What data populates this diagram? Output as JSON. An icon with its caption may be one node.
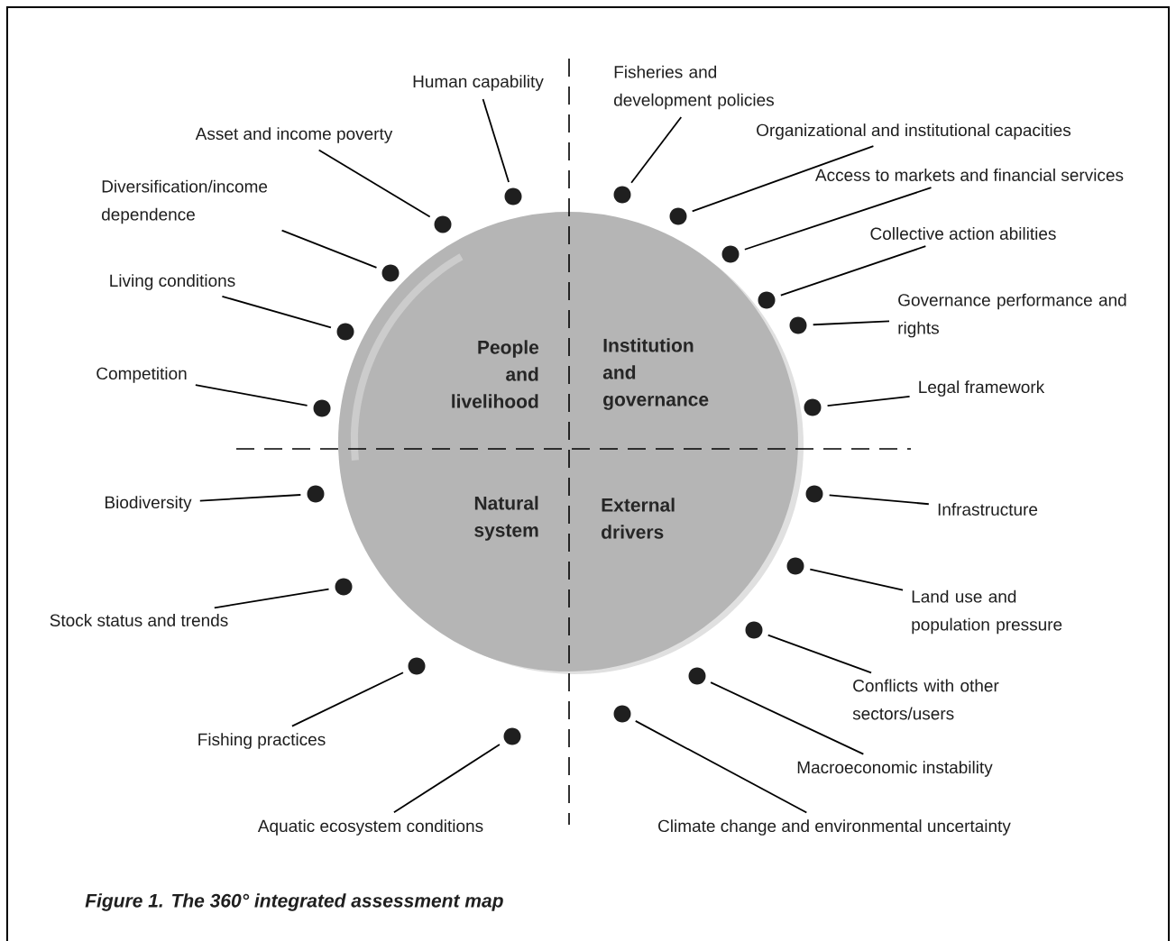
{
  "diagram": {
    "caption": "Figure 1. The 360° integrated assessment map",
    "nodes": [
      {
        "text": [
          "People and livelihood",
          "Institution and governance",
          "Natural system",
          "External drivers"
        ]
      },
      {
        "text": [
          "Human capability"
        ]
      },
      {
        "text": [],
        "shape": "circle"
      },
      {
        "text": [
          "Asset and income poverty"
        ]
      },
      {
        "text": [],
        "shape": "circle"
      },
      {
        "text": [
          "Diversification/income dependence"
        ]
      },
      {
        "text": [],
        "shape": "circle"
      },
      {
        "text": [
          "Living conditions"
        ]
      },
      {
        "text": [],
        "shape": "circle"
      },
      {
        "text": [
          "Competition"
        ]
      },
      {
        "text": [],
        "shape": "circle"
      },
      {
        "text": [
          "Biodiversity"
        ]
      },
      {
        "text": [],
        "shape": "circle"
      },
      {
        "text": [
          "Stock status and trends"
        ]
      },
      {
        "text": [],
        "shape": "circle"
      },
      {
        "text": [
          "Fishing practices"
        ]
      },
      {
        "text": [],
        "shape": "circle"
      },
      {
        "text": [
          "Aquatic ecosystem conditions"
        ]
      },
      {
        "text": [],
        "shape": "circle"
      },
      {
        "text": [
          "Fisheries and development policies"
        ]
      },
      {
        "text": [],
        "shape": "circle"
      },
      {
        "text": [
          "Organizational and institutional capacities"
        ]
      },
      {
        "text": [],
        "shape": "circle"
      },
      {
        "text": [
          "Access to markets and financial services"
        ]
      },
      {
        "text": [],
        "shape": "circle"
      },
      {
        "text": [
          "Collective action abilities"
        ]
      },
      {
        "text": [],
        "shape": "circle"
      },
      {
        "text": [
          "Governance performance and rights"
        ]
      },
      {
        "text": [],
        "shape": "circle"
      },
      {
        "text": [
          "Legal framework"
        ]
      },
      {
        "text": [],
        "shape": "circle"
      },
      {
        "text": [
          "Infrastructure"
        ]
      },
      {
        "text": [],
        "shape": "circle"
      },
      {
        "text": [
          "Land use and population pressure"
        ]
      },
      {
        "text": [],
        "shape": "circle"
      },
      {
        "text": [
          "Conflicts with other sectors/users"
        ]
      },
      {
        "text": [],
        "shape": "circle"
      },
      {
        "text": [
          "Macroeconomic instability"
        ]
      },
      {
        "text": [],
        "shape": "circle"
      },
      {
        "text": [
          "Climate change and environmental uncertainty"
        ]
      },
      {
        "text": [],
        "shape": "circle"
      }
    ],
    "edges": [
      {
        "from": 1,
        "to": 2,
        "arrow": "none"
      },
      {
        "from": 3,
        "to": 4,
        "arrow": "none"
      },
      {
        "from": 5,
        "to": 6,
        "arrow": "none"
      },
      {
        "from": 7,
        "to": 8,
        "arrow": "none"
      },
      {
        "from": 9,
        "to": 10,
        "arrow": "none"
      },
      {
        "from": 11,
        "to": 12,
        "arrow": "none"
      },
      {
        "from": 13,
        "to": 14,
        "arrow": "none"
      },
      {
        "from": 15,
        "to": 16,
        "arrow": "none"
      },
      {
        "from": 17,
        "to": 18,
        "arrow": "none"
      },
      {
        "from": 19,
        "to": 20,
        "arrow": "none"
      },
      {
        "from": 21,
        "to": 22,
        "arrow": "none"
      },
      {
        "from": 23,
        "to": 24,
        "arrow": "none"
      },
      {
        "from": 25,
        "to": 26,
        "arrow": "none"
      },
      {
        "from": 27,
        "to": 28,
        "arrow": "none"
      },
      {
        "from": 29,
        "to": 30,
        "arrow": "none"
      },
      {
        "from": 31,
        "to": 32,
        "arrow": "none"
      },
      {
        "from": 33,
        "to": 34,
        "arrow": "none"
      },
      {
        "from": 35,
        "to": 36,
        "arrow": "none"
      },
      {
        "from": 37,
        "to": 38,
        "arrow": "none"
      },
      {
        "from": 39,
        "to": 40,
        "arrow": "none"
      }
    ]
  }
}
